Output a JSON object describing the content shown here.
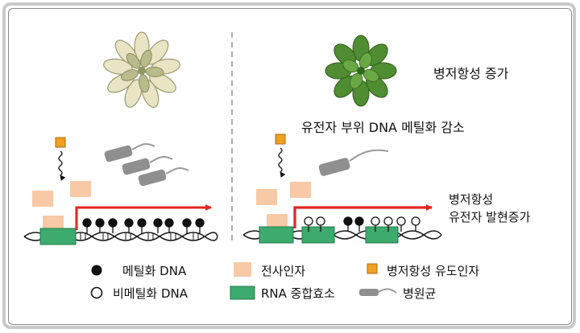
{
  "right_panel": {
    "phenotype_label": "병저항성 증가",
    "methylation_label": "유전자 부위 DNA 메틸화 감소",
    "expression_label_line1": "병저항성",
    "expression_label_line2": "유전자 발현증가"
  },
  "legend": {
    "methylated": "메틸화 DNA",
    "unmethylated": "비메틸화 DNA",
    "transcription_factor": "전사인자",
    "rna_polymerase": "RNA 중합효소",
    "resistance_inducer": "병저항성 유도인자",
    "pathogen": "병원균"
  },
  "colors": {
    "transcription_factor": "#f7c9a6",
    "rna_polymerase": "#3daa6e",
    "inducer": "#f0a021",
    "pathogen": "#8f8f8f",
    "arrow": "#e52420",
    "divider": "#9a9a9a"
  },
  "icons": {
    "wilted_plant": "wilted-plant-icon",
    "healthy_plant": "healthy-plant-icon"
  }
}
